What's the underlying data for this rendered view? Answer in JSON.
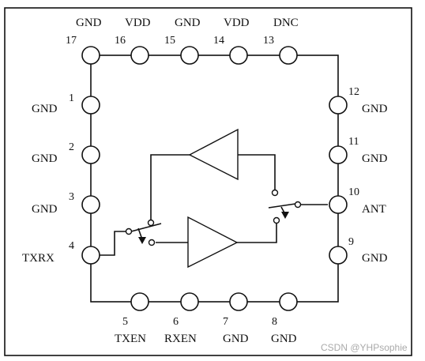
{
  "pins": [
    {
      "num": "1",
      "name": "GND"
    },
    {
      "num": "2",
      "name": "GND"
    },
    {
      "num": "3",
      "name": "GND"
    },
    {
      "num": "4",
      "name": "TXRX"
    },
    {
      "num": "5",
      "name": "TXEN"
    },
    {
      "num": "6",
      "name": "RXEN"
    },
    {
      "num": "7",
      "name": "GND"
    },
    {
      "num": "8",
      "name": "GND"
    },
    {
      "num": "9",
      "name": "GND"
    },
    {
      "num": "10",
      "name": "ANT"
    },
    {
      "num": "11",
      "name": "GND"
    },
    {
      "num": "12",
      "name": "GND"
    },
    {
      "num": "13",
      "name": "DNC"
    },
    {
      "num": "14",
      "name": "VDD"
    },
    {
      "num": "15",
      "name": "GND"
    },
    {
      "num": "16",
      "name": "VDD"
    },
    {
      "num": "17",
      "name": "GND"
    }
  ],
  "watermark": "CSDN @YHPsophie",
  "colors": {
    "line": "#111111",
    "background": "#ffffff",
    "watermark": "#aaaaaa"
  }
}
